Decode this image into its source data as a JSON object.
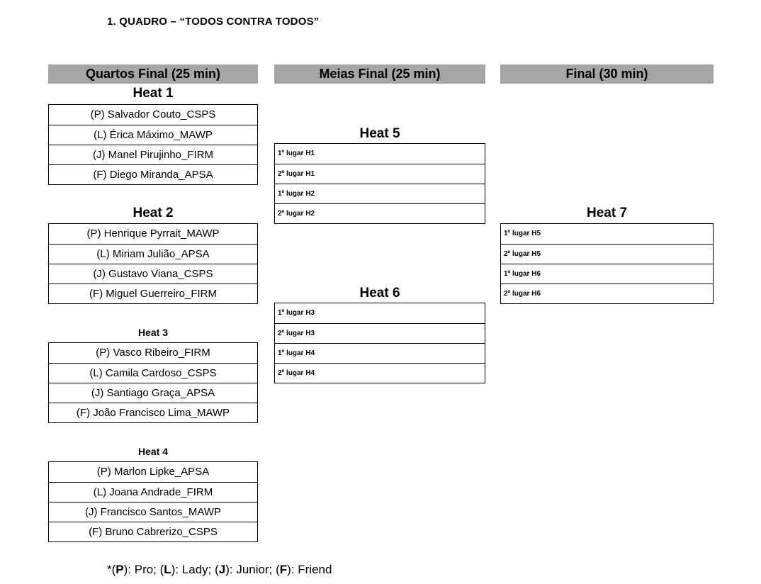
{
  "document": {
    "title": "1.   QUADRO – “TODOS CONTRA TODOS”"
  },
  "columns": {
    "quarter_final": "Quartos Final (25 min)",
    "semi_final": "Meias Final (25 min)",
    "final": "Final (30 min)"
  },
  "quarter_heats": [
    {
      "title": "Heat 1",
      "rows": [
        "(P) Salvador Couto_CSPS",
        "(L) Érica Máximo_MAWP",
        "(J) Manel Pirujinho_FIRM",
        "(F) Diego Miranda_APSA"
      ]
    },
    {
      "title": "Heat 2",
      "rows": [
        "(P) Henrique Pyrrait_MAWP",
        "(L) Miriam Julião_APSA",
        "(J) Gustavo Viana_CSPS",
        "(F) Miguel Guerreiro_FIRM"
      ]
    },
    {
      "title": "Heat 3",
      "rows": [
        "(P) Vasco Ribeiro_FIRM",
        "(L) Camila Cardoso_CSPS",
        "(J) Santiago Graça_APSA",
        "(F) João Francisco Lima_MAWP"
      ]
    },
    {
      "title": "Heat 4",
      "rows": [
        "(P) Marlon Lipke_APSA",
        "(L) Joana Andrade_FIRM",
        "(J) Francisco Santos_MAWP",
        "(F) Bruno Cabrerizo_CSPS"
      ]
    }
  ],
  "semi_heats": [
    {
      "title": "Heat 5",
      "rows": [
        "1º lugar H1",
        "2º lugar H1",
        "1º lugar H2",
        "2º lugar H2"
      ]
    },
    {
      "title": "Heat 6",
      "rows": [
        "1º lugar H3",
        "2º lugar H3",
        "1º lugar H4",
        "2º lugar H4"
      ]
    }
  ],
  "final_heat": {
    "title": "Heat 7",
    "rows": [
      "1º lugar H5",
      "2º lugar H5",
      "1º lugar H6",
      "2º lugar H6"
    ]
  },
  "legend": {
    "prefix": "*(",
    "p_code": "P",
    "p_text": "): Pro; (",
    "l_code": "L",
    "l_text": "): Lady; (",
    "j_code": "J",
    "j_text": "): Junior; (",
    "f_code": "F",
    "f_text": "): Friend"
  }
}
